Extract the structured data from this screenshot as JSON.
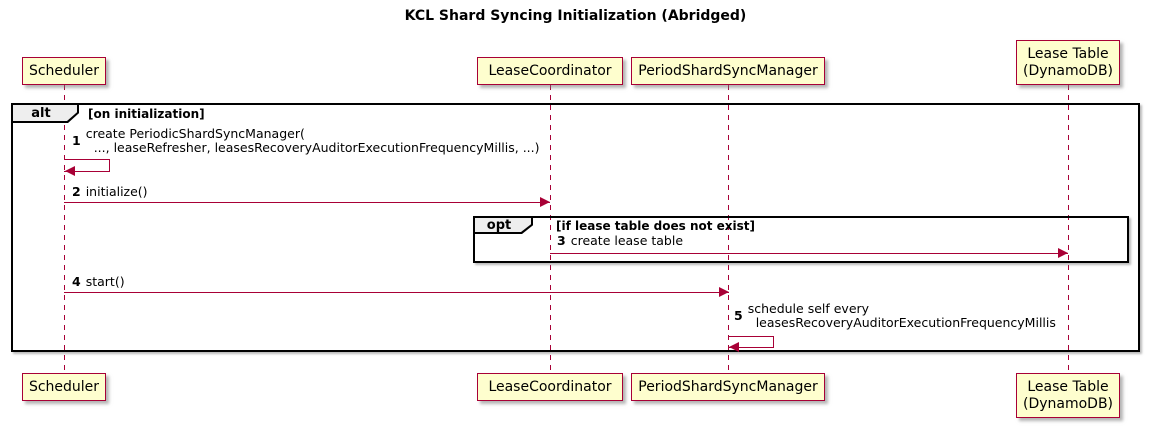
{
  "title": "KCL Shard Syncing Initialization (Abridged)",
  "colors": {
    "participant_fill": "#FEFECE",
    "participant_border": "#A80036",
    "arrow": "#A80036",
    "lifeline": "#A80036",
    "frame_border": "#000000",
    "frame_label_fill": "#EEEEEE",
    "background": "#FFFFFF",
    "text": "#000000"
  },
  "participants": [
    {
      "id": "scheduler",
      "line1": "Scheduler"
    },
    {
      "id": "lease-coordinator",
      "line1": "LeaseCoordinator"
    },
    {
      "id": "period-shard-sync-manager",
      "line1": "PeriodShardSyncManager"
    },
    {
      "id": "lease-table",
      "line1": "Lease Table",
      "line2": "(DynamoDB)"
    }
  ],
  "frames": [
    {
      "keyword": "alt",
      "condition": "[on initialization]"
    },
    {
      "keyword": "opt",
      "condition": "[if lease table does not exist]"
    }
  ],
  "messages": [
    {
      "num": "1",
      "line1": "create PeriodicShardSyncManager(",
      "line2": "..., leaseRefresher, leasesRecoveryAuditorExecutionFrequencyMillis, ...)",
      "kind": "self",
      "from": "Scheduler",
      "to": "Scheduler"
    },
    {
      "num": "2",
      "text": "initialize()",
      "kind": "arrow",
      "from": "Scheduler",
      "to": "LeaseCoordinator"
    },
    {
      "num": "3",
      "text": "create lease table",
      "kind": "arrow",
      "from": "LeaseCoordinator",
      "to": "Lease Table (DynamoDB)"
    },
    {
      "num": "4",
      "text": "start()",
      "kind": "arrow",
      "from": "Scheduler",
      "to": "PeriodShardSyncManager"
    },
    {
      "num": "5",
      "line1": "schedule self every",
      "line2": "leasesRecoveryAuditorExecutionFrequencyMillis",
      "kind": "self",
      "from": "PeriodShardSyncManager",
      "to": "PeriodShardSyncManager"
    }
  ]
}
